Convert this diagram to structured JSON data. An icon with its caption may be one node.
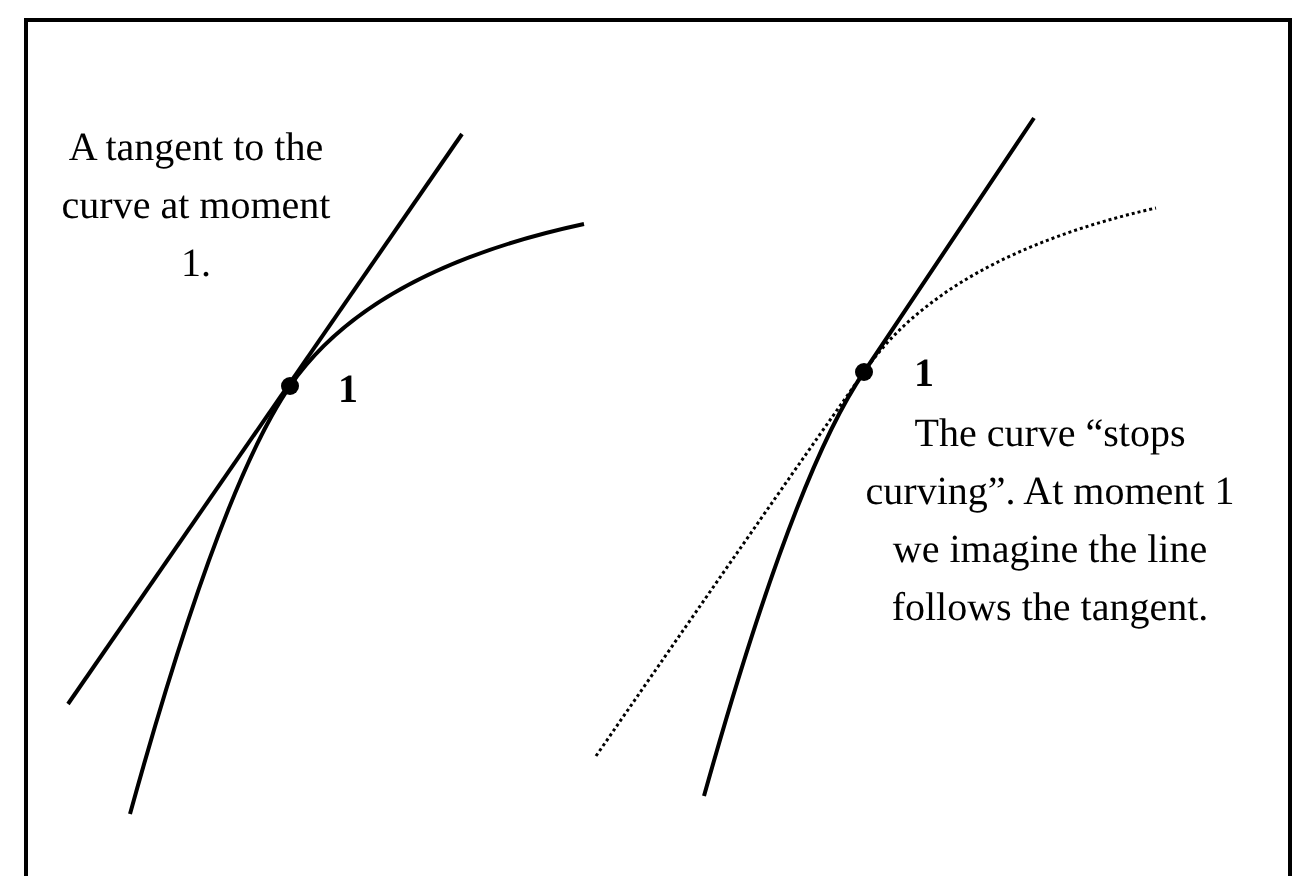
{
  "diagram": {
    "labels": [
      "A tangent to the curve at moment 1.",
      "1",
      "1",
      "The curve “stops curving”. At moment 1 we imagine the line follows the tangent."
    ]
  }
}
